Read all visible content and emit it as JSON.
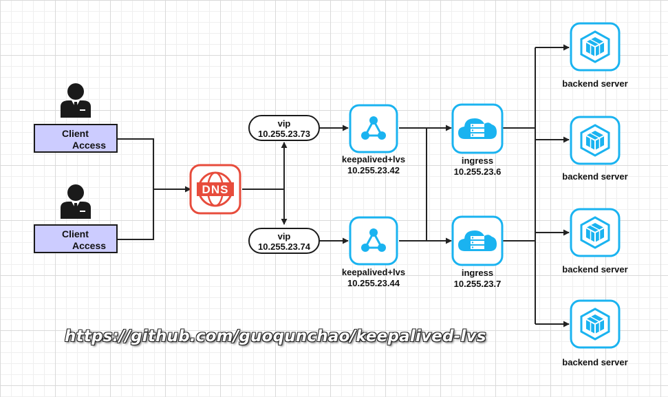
{
  "clients": [
    {
      "line1": "Client",
      "line2": "Access"
    },
    {
      "line1": "Client",
      "line2": "Access"
    }
  ],
  "dns": {
    "label": "DNS"
  },
  "vips": [
    {
      "label": "vip",
      "ip": "10.255.23.73"
    },
    {
      "label": "vip",
      "ip": "10.255.23.74"
    }
  ],
  "lvs": [
    {
      "name": "keepalived+lvs",
      "ip": "10.255.23.42"
    },
    {
      "name": "keepalived+lvs",
      "ip": "10.255.23.44"
    }
  ],
  "ingress": [
    {
      "name": "ingress",
      "ip": "10.255.23.6"
    },
    {
      "name": "ingress",
      "ip": "10.255.23.7"
    }
  ],
  "backends": [
    {
      "label": "backend server"
    },
    {
      "label": "backend server"
    },
    {
      "label": "backend server"
    },
    {
      "label": "backend server"
    }
  ],
  "watermark": "https://github.com/guoqunchao/keepalived-lvs",
  "colors": {
    "client_fill": "#ccccff",
    "dns_red": "#e74c3c",
    "icon_blue": "#1ab3f0",
    "line": "#222222"
  }
}
